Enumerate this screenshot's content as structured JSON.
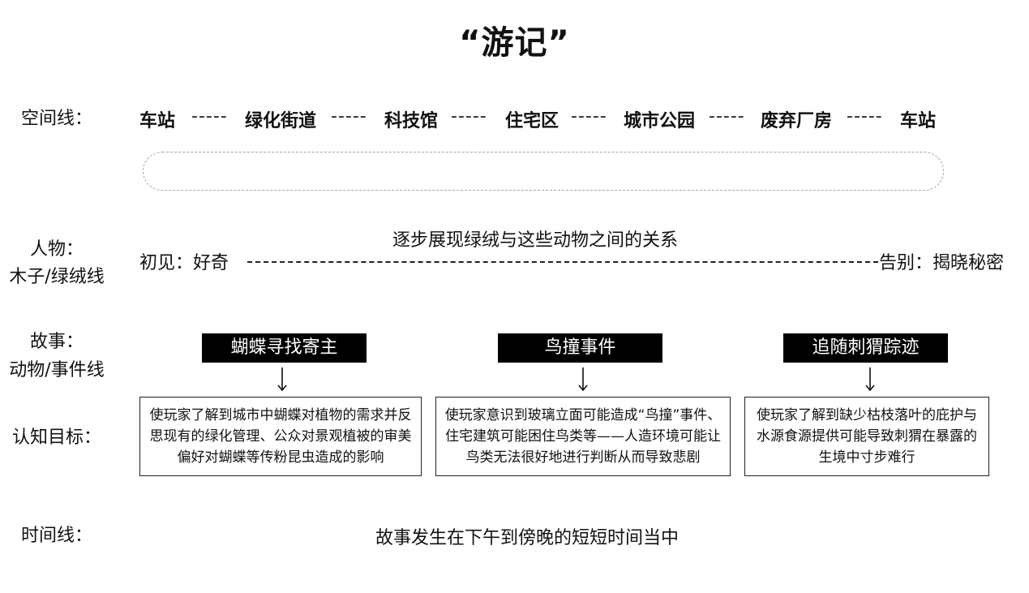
{
  "title": "“游记”",
  "labels": {
    "space": "空间线：",
    "person_1": "人物：",
    "person_2": "木子/绿绒线",
    "story_1": "故事：",
    "story_2": "动物/事件线",
    "goal": "认知目标：",
    "time": "时间线："
  },
  "space_line": {
    "places": [
      "车站",
      "绿化街道",
      "科技馆",
      "住宅区",
      "城市公园",
      "废弃厂房",
      "车站"
    ],
    "connector": "-----"
  },
  "character_line": {
    "caption": "逐步展现绿绒与这些动物之间的关系",
    "start": "初见：好奇",
    "end": "告别：揭晓秘密"
  },
  "story": {
    "events": [
      "蝴蝶寻找寄主",
      "鸟撞事件",
      "追随刺猬踪迹"
    ],
    "goals": [
      "使玩家了解到城市中蝴蝶对植物的需求并反思现有的绿化管理、公众对景观植被的审美偏好对蝴蝶等传粉昆虫造成的影响",
      "使玩家意识到玻璃立面可能造成“鸟撞”事件、住宅建筑可能困住鸟类等——人造环境可能让鸟类无法很好地进行判断从而导致悲剧",
      "使玩家了解到缺少枯枝落叶的庇护与水源食源提供可能导致刺猬在暴露的生境中寸步难行"
    ]
  },
  "time_line": {
    "text": "故事发生在下午到傍晚的短短时间当中"
  }
}
